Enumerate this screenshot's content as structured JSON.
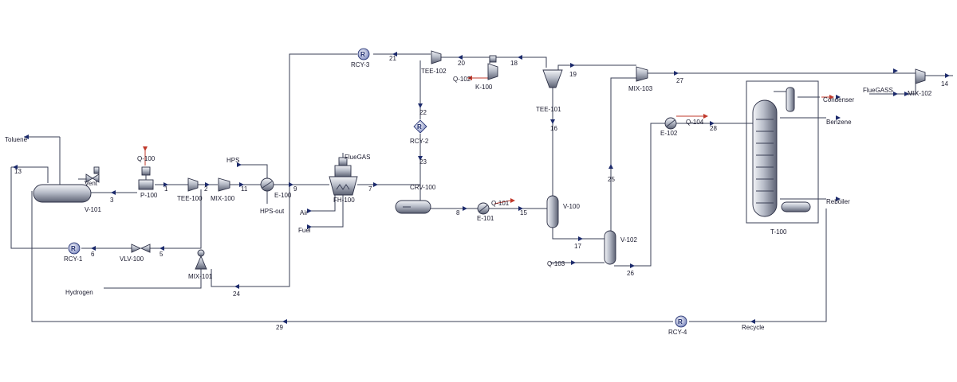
{
  "equipment": {
    "v101": "V-101",
    "p100": "P-100",
    "q100": "Q-100",
    "tee100": "TEE-100",
    "mix100": "MIX-100",
    "mix101": "MIX-101",
    "e100": "E-100",
    "fh100": "FH-100",
    "rcy1": "RCY-1",
    "rcy2": "RCY-2",
    "rcy3": "RCY-3",
    "rcy4": "RCY-4",
    "vlv100": "VLV-100",
    "tee102": "TEE-102",
    "q102": "Q-102",
    "k100": "K-100",
    "tee101": "TEE-101",
    "crv100": "CRV-100",
    "e101": "E-101",
    "q101": "Q-101",
    "v100": "V-100",
    "v102": "V-102",
    "q103": "Q-103",
    "mix103": "MIX-103",
    "e102": "E-102",
    "q104": "Q-104",
    "t100": "T-100",
    "mix102": "MIX-102"
  },
  "streams": {
    "toluene": "Toluene",
    "vent": "Vent",
    "hydrogen": "Hydrogen",
    "hps": "HPS",
    "hps_out": "HPS-out",
    "fluegas": "FlueGAS",
    "fluegass": "FlueGASS",
    "air": "Air",
    "fuel": "Fuel",
    "condenser": "Condenser",
    "benzene": "Benzene",
    "reboiler": "Reboiler",
    "recycle": "Recycle",
    "s1": "1",
    "s2": "2",
    "s3": "3",
    "s5": "5",
    "s6": "6",
    "s7": "7",
    "s8": "8",
    "s9": "9",
    "s11": "11",
    "s13": "13",
    "s14": "14",
    "s15": "15",
    "s16": "16",
    "s17": "17",
    "s18": "18",
    "s19": "19",
    "s20": "20",
    "s21": "21",
    "s22": "22",
    "s23": "23",
    "s24": "24",
    "s25": "25",
    "s26": "26",
    "s27": "27",
    "s28": "28",
    "s29": "29"
  },
  "colors": {
    "line": "#3a3f55",
    "arrow": "#1c2a6b",
    "energy": "#c0392b"
  }
}
